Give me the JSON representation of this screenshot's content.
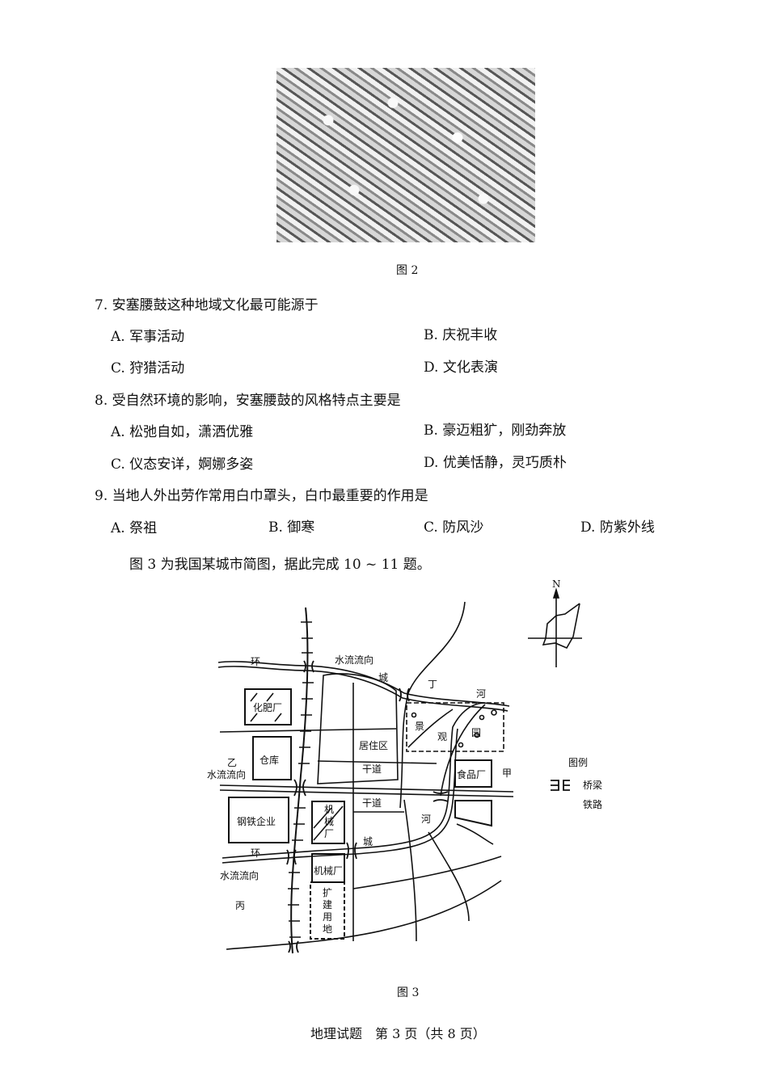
{
  "figure2": {
    "caption": "图 2"
  },
  "questions": [
    {
      "stem": "7. 安塞腰鼓这种地域文化最可能源于",
      "options": [
        "A. 军事活动",
        "B. 庆祝丰收",
        "C. 狩猎活动",
        "D. 文化表演"
      ]
    },
    {
      "stem": "8. 受自然环境的影响，安塞腰鼓的风格特点主要是",
      "options": [
        "A. 松弛自如，潇洒优雅",
        "B. 豪迈粗犷，刚劲奔放",
        "C. 仪态安详，婀娜多姿",
        "D. 优美恬静，灵巧质朴"
      ]
    },
    {
      "stem": "9. 当地人外出劳作常用白巾罩头，白巾最重要的作用是",
      "options": [
        "A. 祭祖",
        "B. 御寒",
        "C. 防风沙",
        "D. 防紫外线"
      ]
    }
  ],
  "intro": "图 3 为我国某城市简图，据此完成 10 ~ 11 题。",
  "map": {
    "north": "N",
    "labels": {
      "ring1": "环",
      "flow1": "水流流向",
      "city1": "城",
      "ding": "丁",
      "river1": "河",
      "fertilizer": "化肥厂",
      "jing": "景",
      "guan": "观",
      "yuan": "园",
      "residential": "居住区",
      "road1": "干道",
      "yi": "乙",
      "flow2": "水流流向",
      "warehouse": "仓库",
      "food": "食品厂",
      "jia": "甲",
      "road2": "干道",
      "steel": "钢铁企业",
      "machinery1": "机械厂",
      "river2": "河",
      "city2": "城",
      "ring2": "环",
      "flow3": "水流流向",
      "machinery2": "机械厂",
      "bing": "丙",
      "expansion": "扩建用地"
    },
    "legend": {
      "title": "图例",
      "bridge": "桥梁",
      "railway": "铁路"
    },
    "caption": "图 3"
  },
  "footer": "地理试题　第 3 页（共 8 页）"
}
